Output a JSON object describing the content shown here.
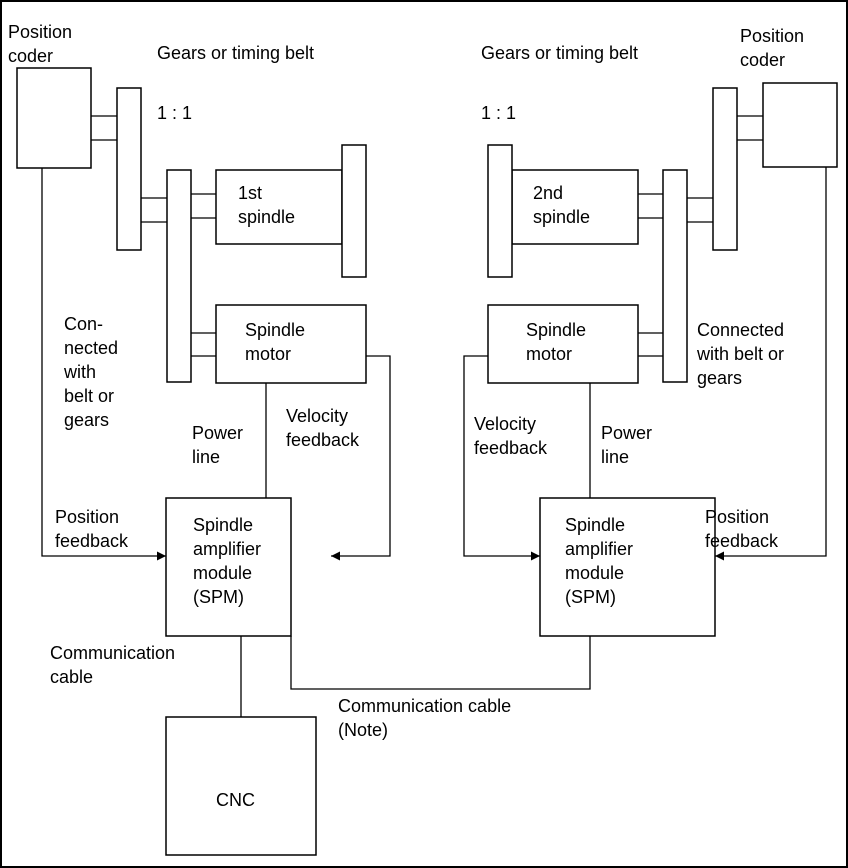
{
  "labels": {
    "position_coder_left": [
      "Position",
      "coder"
    ],
    "position_coder_right": [
      "Position",
      "coder"
    ],
    "gears_left": "Gears or timing belt",
    "gears_right": "Gears or timing belt",
    "ratio_left": "1 : 1",
    "ratio_right": "1 : 1",
    "spindle_1": [
      "1st",
      "spindle"
    ],
    "spindle_2": [
      "2nd",
      "spindle"
    ],
    "motor_left": [
      "Spindle",
      "motor"
    ],
    "motor_right": [
      "Spindle",
      "motor"
    ],
    "connected_left": [
      "Con-",
      "nected",
      "with",
      "belt or",
      "gears"
    ],
    "connected_right": [
      "Connected",
      "with belt or",
      "gears"
    ],
    "power_left": [
      "Power",
      "line"
    ],
    "power_right": [
      "Power",
      "line"
    ],
    "velocity_left": [
      "Velocity",
      "feedback"
    ],
    "velocity_right": [
      "Velocity",
      "feedback"
    ],
    "posfb_left": [
      "Position",
      "feedback"
    ],
    "posfb_right": [
      "Position",
      "feedback"
    ],
    "spm_left": [
      "Spindle",
      "amplifier",
      "module",
      "(SPM)"
    ],
    "spm_right": [
      "Spindle",
      "amplifier",
      "module",
      "(SPM)"
    ],
    "comm_cable_left": [
      "Communication",
      "cable"
    ],
    "comm_cable_mid": [
      "Communication cable",
      "(Note)"
    ],
    "cnc": "CNC"
  }
}
